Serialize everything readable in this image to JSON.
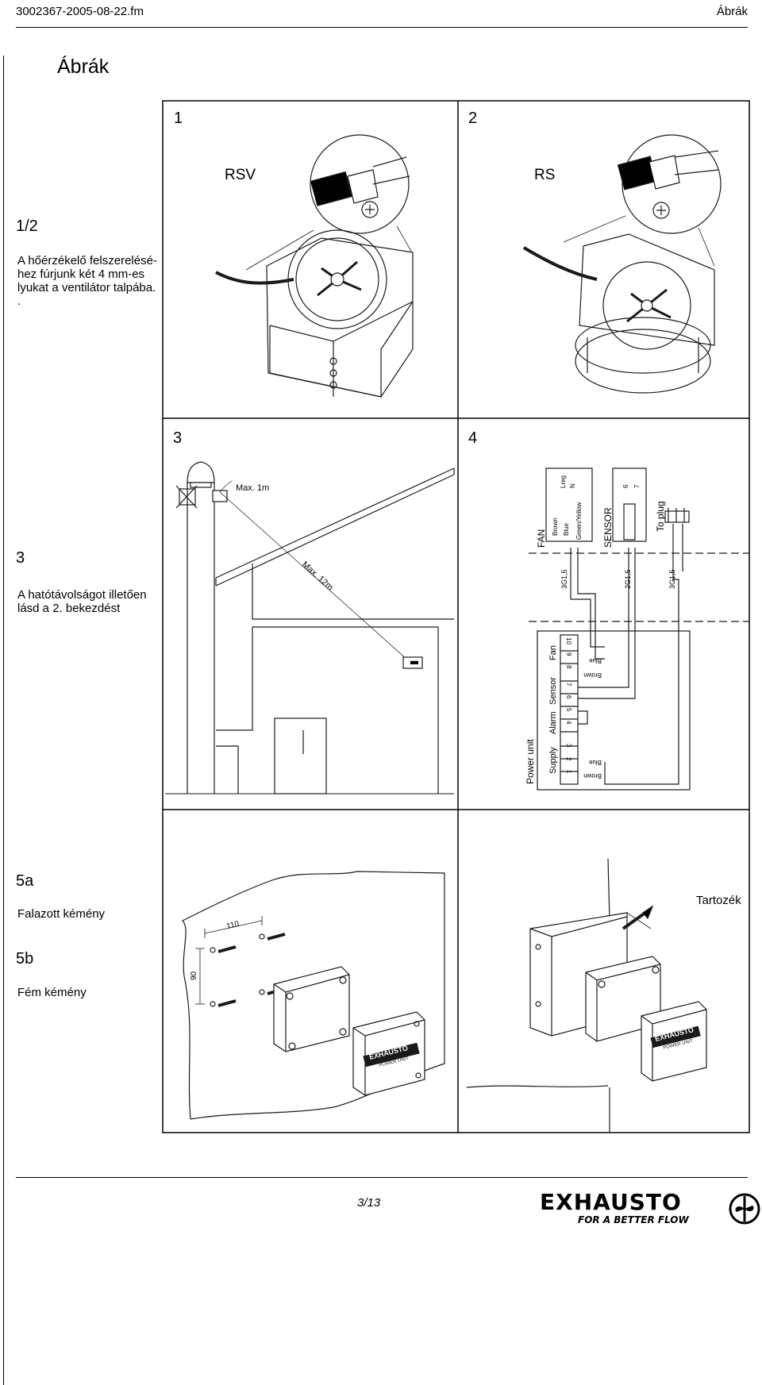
{
  "header": {
    "file_name": "3002367-2005-08-22.fm",
    "section": "Ábrák"
  },
  "page_title": "Ábrák",
  "grid": {
    "cells": [
      {
        "number": "1",
        "label": "RSV"
      },
      {
        "number": "2",
        "label": "RS"
      },
      {
        "number": "3"
      },
      {
        "number": "4"
      }
    ]
  },
  "side_notes": {
    "n12": {
      "heading": "1/2",
      "lines": [
        "A hőérzékelő felszerelésé-",
        "hez fúrjunk két 4 mm-es",
        "lyukat a ventilátor talpába.",
        "."
      ]
    },
    "n3": {
      "heading": "3",
      "lines": [
        "A hatótávolságot illetően",
        "lásd a 2. bekezdést"
      ]
    },
    "n5a": {
      "heading": "5a",
      "text": "Falazott kémény"
    },
    "n5b": {
      "heading": "5b",
      "text": "Fém kémény"
    }
  },
  "fig3": {
    "max1": "Max. 1m",
    "max12": "Max. 12m"
  },
  "fig4": {
    "fan": "FAN",
    "sensor": "SENSOR",
    "to_plug": "To plug",
    "wire_top": [
      "Brown",
      "Blue",
      "Green/Yellow"
    ],
    "terminals_top": [
      "Lreg",
      "N"
    ],
    "sensor_terms": [
      "6",
      "7"
    ],
    "cables": [
      "3G1,5",
      "2G1,5",
      "3G1,5"
    ],
    "power_unit": "Power unit",
    "groups": [
      "Supply",
      "Alarm",
      "Sensor",
      "Fan"
    ],
    "terms_bottom": [
      "1",
      "2",
      "3",
      "4",
      "5",
      "6",
      "7",
      "8",
      "9",
      "10"
    ],
    "wire_bottom": [
      "Brown",
      "Blue"
    ]
  },
  "fig5": {
    "dim_110": "110",
    "dim_90": "90",
    "accessory": "Tartozék",
    "brand_plate": "EXHAUSTO",
    "brand_plate_sub": "POWER UNIT"
  },
  "footer": {
    "page": "3/13",
    "brand": "EXHAUSTO",
    "slogan": "FOR A BETTER FLOW"
  },
  "colors": {
    "ink": "#000000",
    "paper": "#ffffff",
    "drawing": "#1a1a1a"
  }
}
